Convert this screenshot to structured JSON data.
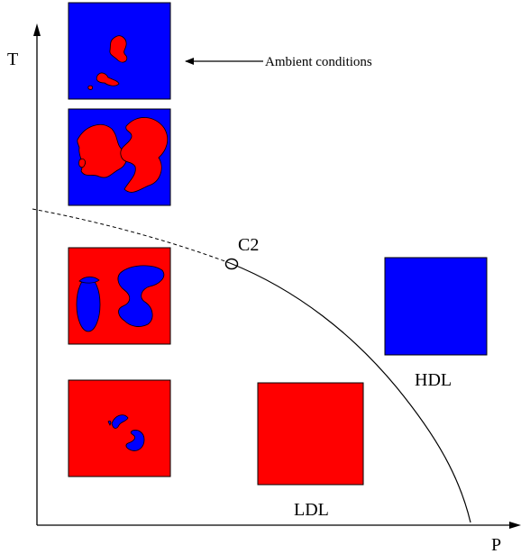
{
  "axes": {
    "y_label": "T",
    "x_label": "P"
  },
  "labels": {
    "ambient": "Ambient conditions",
    "critical_point": "C2",
    "hdl": "HDL",
    "ldl": "LDL"
  },
  "colors": {
    "blue": "#0000ff",
    "red": "#ff0000",
    "line": "#000000"
  }
}
